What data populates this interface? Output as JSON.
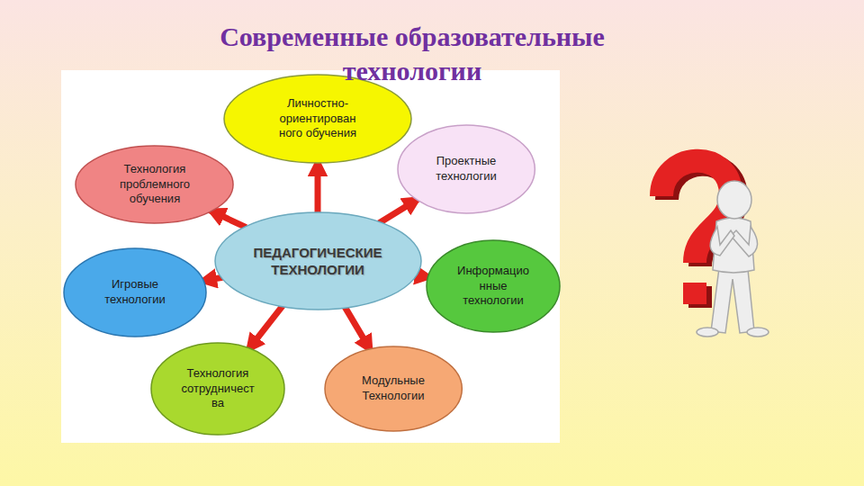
{
  "diagram": {
    "title": "Современные образовательные технологии",
    "nodes": [
      {
        "text": [
          "ПЕДАГОГИЧЕСКИЕ ТЕХНОЛОГИИ"
        ]
      },
      {
        "text": [
          "Личностно- ориентирован ного обучения"
        ]
      },
      {
        "text": [
          "Проектные технологии"
        ]
      },
      {
        "text": [
          "Информацио нные технологии"
        ]
      },
      {
        "text": [
          "Модульные Технологии"
        ]
      },
      {
        "text": [
          "Технология сотрудничест ва"
        ]
      },
      {
        "text": [
          "Игровые технологии"
        ]
      },
      {
        "text": [
          "Технология проблемного обучения"
        ]
      }
    ],
    "edges": [
      {
        "from": 0,
        "to": 1,
        "arrow": "to"
      },
      {
        "from": 0,
        "to": 2,
        "arrow": "to"
      },
      {
        "from": 0,
        "to": 3,
        "arrow": "to"
      },
      {
        "from": 0,
        "to": 4,
        "arrow": "to"
      },
      {
        "from": 0,
        "to": 5,
        "arrow": "to"
      },
      {
        "from": 0,
        "to": 6,
        "arrow": "to"
      },
      {
        "from": 0,
        "to": 7,
        "arrow": "to"
      }
    ]
  }
}
